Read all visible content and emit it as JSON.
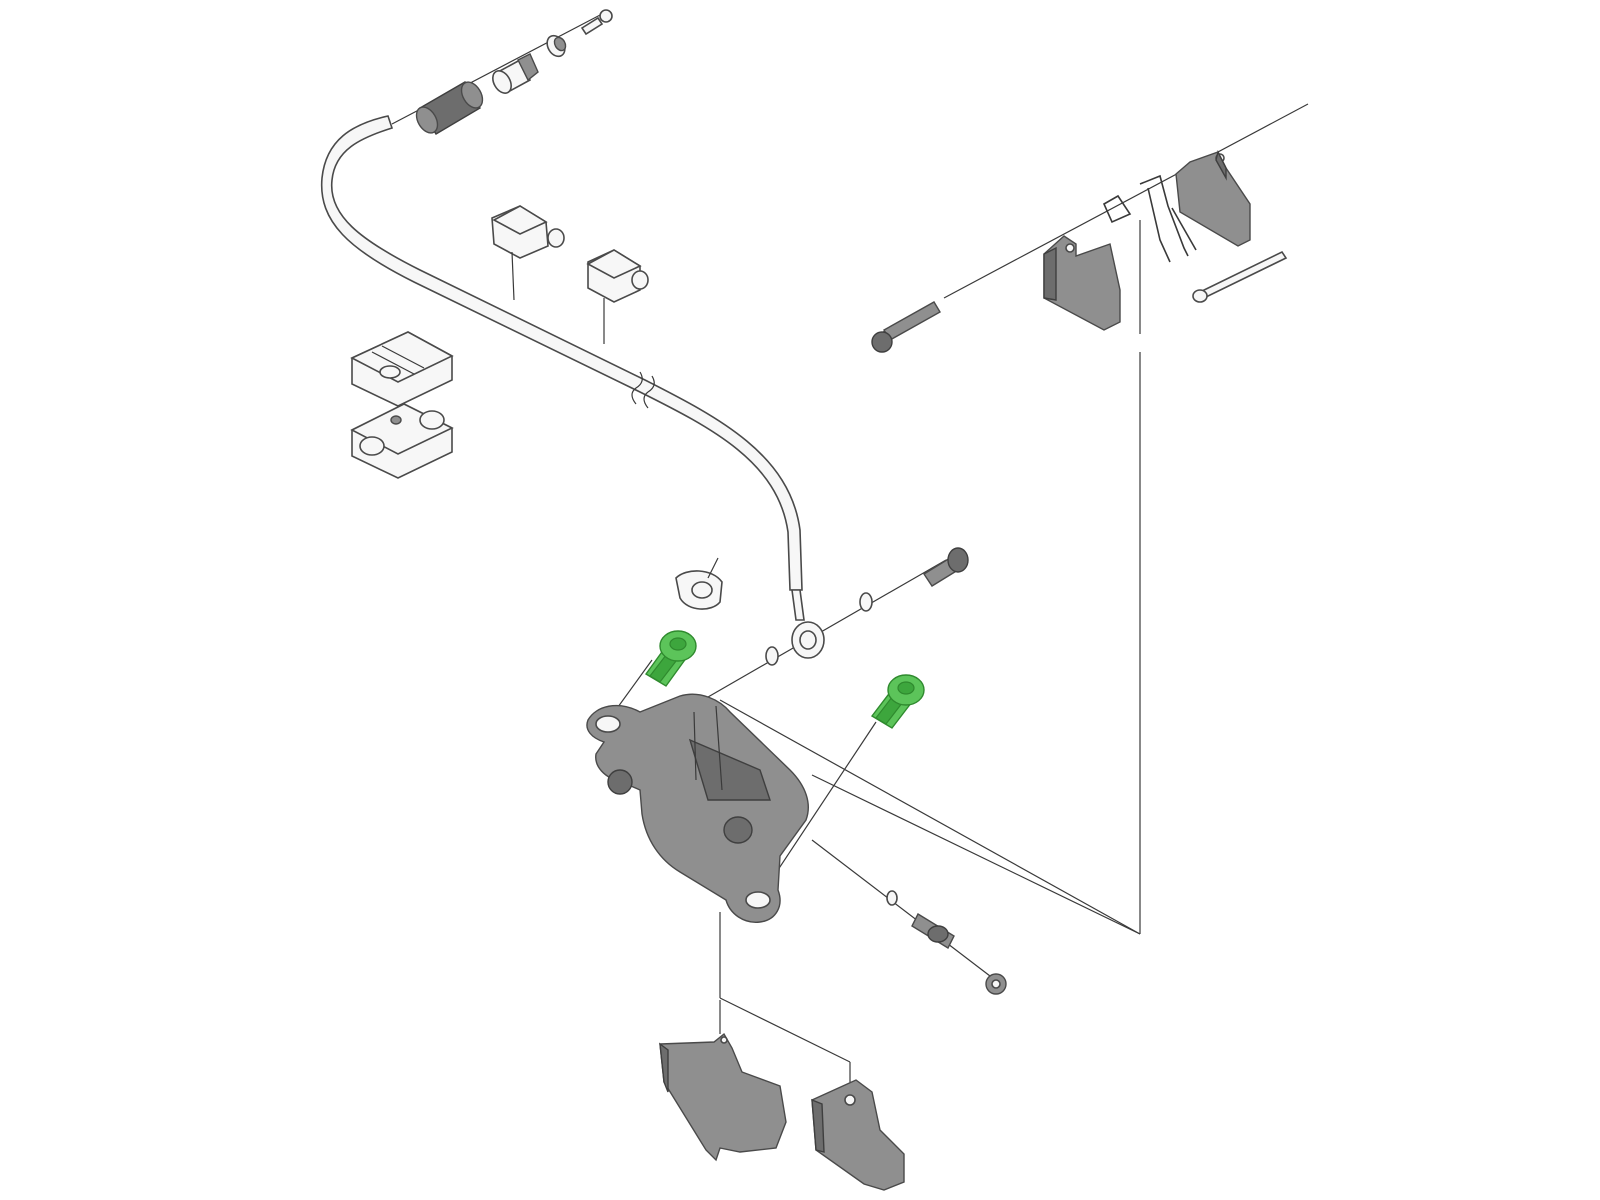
{
  "diagram": {
    "type": "exploded-parts-view",
    "colors": {
      "background": "#ffffff",
      "lines": "#3a3a3a",
      "parts_grey": "#8f8f8f",
      "highlight_green": "#5cc45a"
    },
    "highlighted_parts": [
      "mounting-bolt-upper",
      "mounting-bolt-lower"
    ]
  }
}
